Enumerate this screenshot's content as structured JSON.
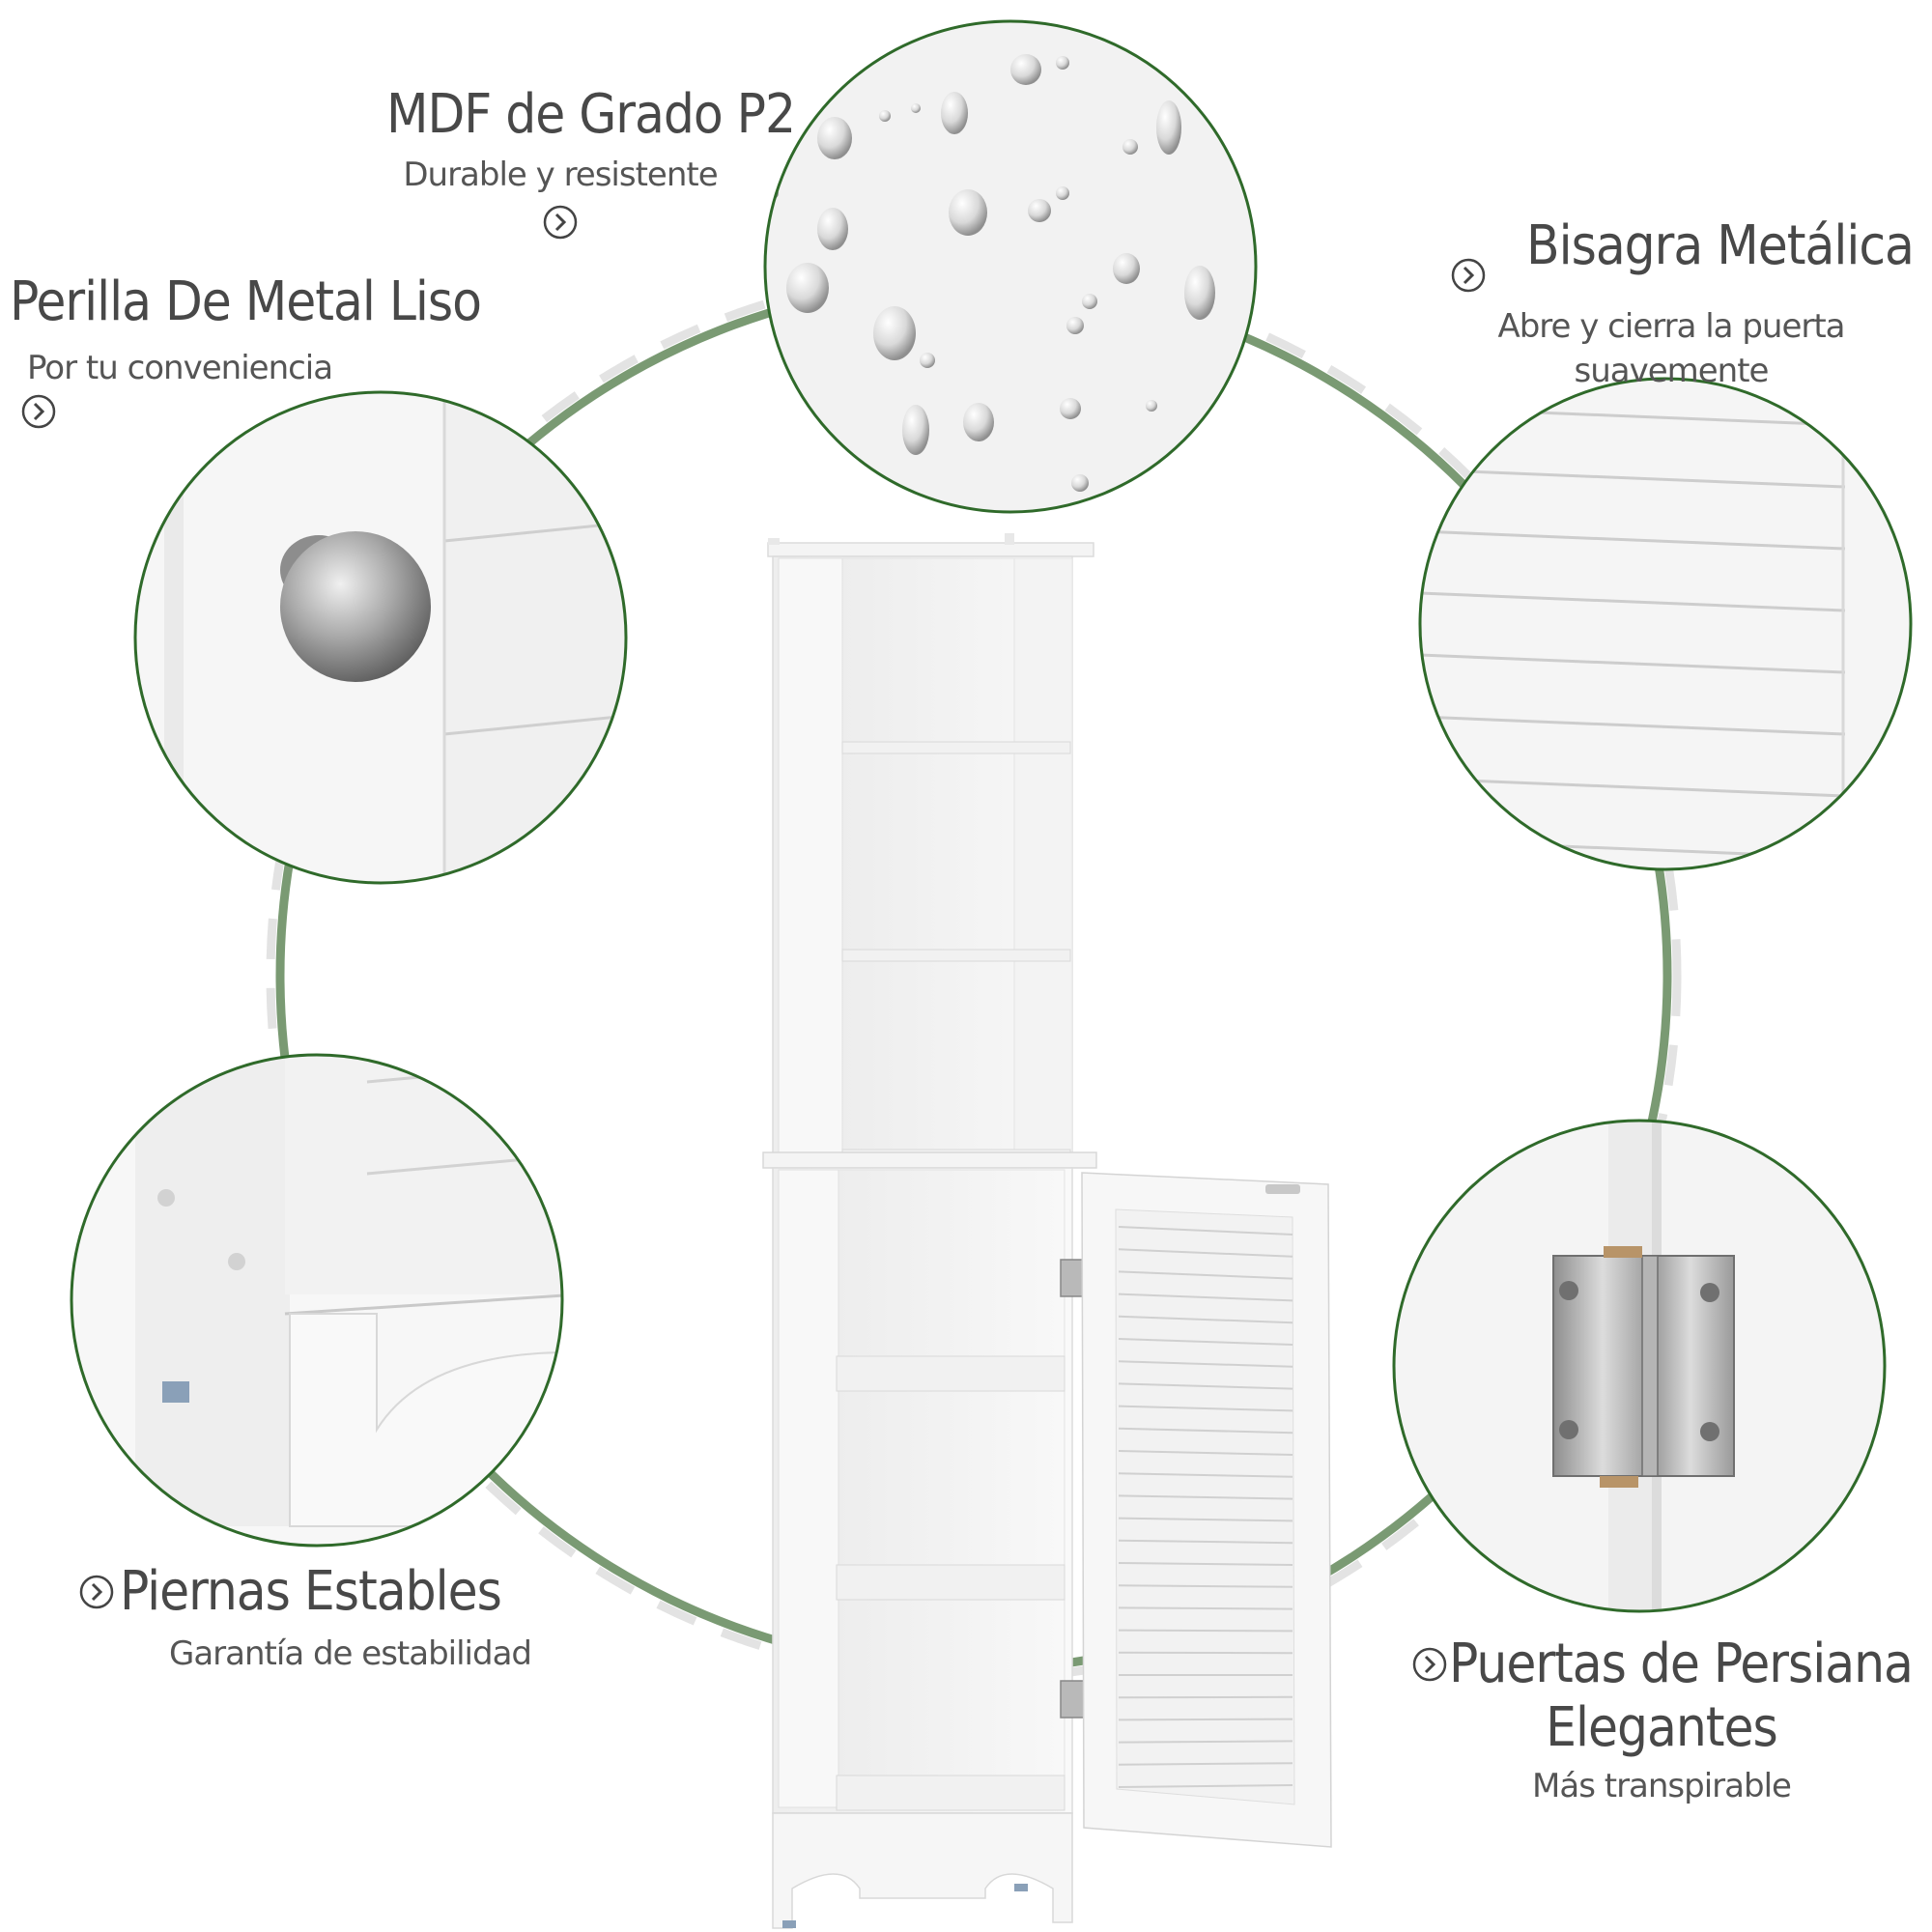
{
  "colors": {
    "ring": "#7a9a73",
    "dashed_ring": "#e2e2e2",
    "circle_border": "#2f6a2a",
    "text": "#484848",
    "cabinet": "#f7f7f7"
  },
  "features": {
    "mdf": {
      "title": "MDF de Grado P2",
      "subtitle": "Durable y resistente",
      "icon": "chevron-circle-icon"
    },
    "hinge": {
      "title": "Bisagra Metálica",
      "subtitle_line1": "Abre y cierra la puerta",
      "subtitle_line2": "suavemente",
      "icon": "chevron-circle-icon"
    },
    "knob": {
      "title": "Perilla De Metal Liso",
      "subtitle": "Por tu conveniencia",
      "icon": "chevron-circle-icon"
    },
    "legs": {
      "title": "Piernas Estables",
      "subtitle": "Garantía de estabilidad",
      "icon": "chevron-circle-icon"
    },
    "doors": {
      "title_line1": "Puertas de Persiana",
      "title_line2": "Elegantes",
      "subtitle": "Más transpirable",
      "icon": "chevron-circle-icon"
    }
  },
  "product": {
    "name": "tall-bathroom-cabinet",
    "open_shelves": 4,
    "door_louvers": 26
  }
}
